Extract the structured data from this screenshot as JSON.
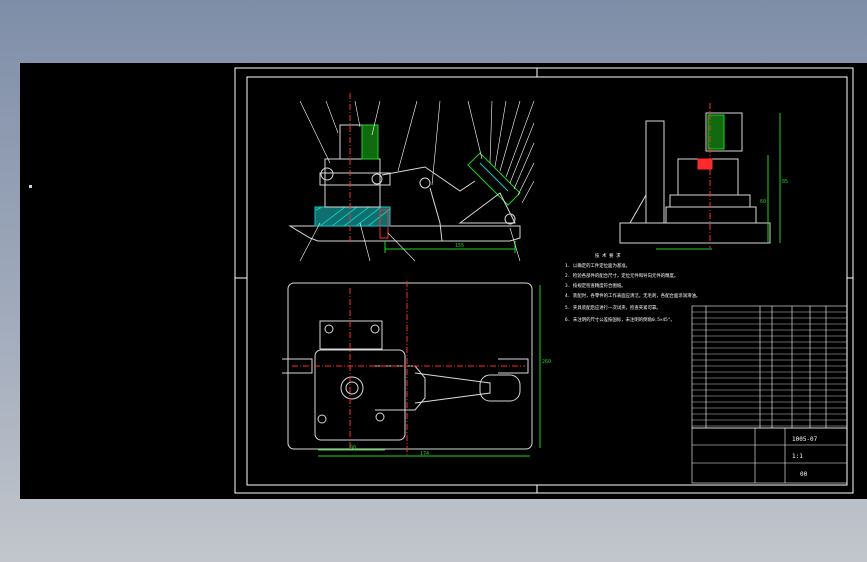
{
  "viewport": {
    "background": "#000000"
  },
  "colors": {
    "border": "#ffffff",
    "part": "#d8d8d8",
    "cut": "#ff2a2a",
    "dim": "#1fd11f",
    "hatch": "#13c9c9",
    "text": "#ffffff"
  },
  "views": [
    {
      "name": "front-view"
    },
    {
      "name": "side-view"
    },
    {
      "name": "top-view"
    }
  ],
  "notes": {
    "heading": "技 术 要 求",
    "lines": [
      "1. 以确定的工件定位面为基准。",
      "2. 检验各部件的配合尺寸，定位元件和导向元件的精度。",
      "3. 按规定检查精度符合图纸。",
      "4. 装配时，各零件的工作表面应清洁，无毛刺，各配合面涂润滑油。",
      "5. 夹具装配后应进行一次试夹，检查夹紧可靠。",
      "6. 未注明的尺寸公差按国标，未注明的倒角0.5×45°。"
    ]
  },
  "title_block": {
    "drawing_no": "1005-07",
    "scale": "1:1",
    "sheet": "00"
  },
  "dims": {
    "front_base": "155",
    "side_h1": "85",
    "side_h2": "60",
    "top_w1": "90",
    "top_w2": "174",
    "top_h": "260"
  }
}
